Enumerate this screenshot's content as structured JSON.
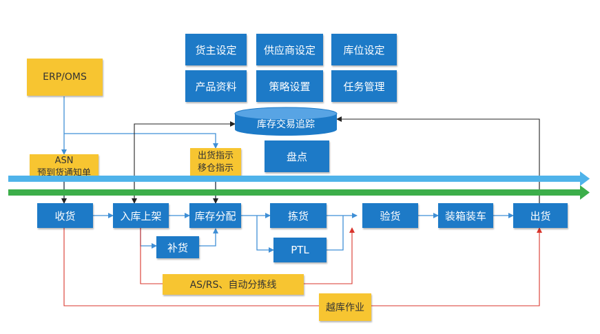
{
  "config_boxes": [
    "货主设定",
    "供应商设定",
    "库位设定",
    "产品资料",
    "策略设置",
    "任务管理"
  ],
  "erp": "ERP/OMS",
  "asn": {
    "line1": "ASN",
    "line2": "预到货通知单"
  },
  "outbound_note": {
    "line1": "出货指示",
    "line2": "移仓指示"
  },
  "inventory_tracking": "库存交易追踪",
  "stocktake": "盘点",
  "flow": [
    "收货",
    "入库上架",
    "库存分配",
    "拣货",
    "验货",
    "装箱装车",
    "出货"
  ],
  "replenish": "补货",
  "ptl": "PTL",
  "asrs": "AS/RS、自动分拣线",
  "cross_dock": "越库作业",
  "colors": {
    "box_blue": "#1d7ac7",
    "box_yellow": "#f7c531",
    "bar_light_blue": "#4fb3ea",
    "bar_green": "#3cae4a",
    "line_blue": "#3f8fd6",
    "line_black": "#222222",
    "line_red": "#d9342b"
  }
}
